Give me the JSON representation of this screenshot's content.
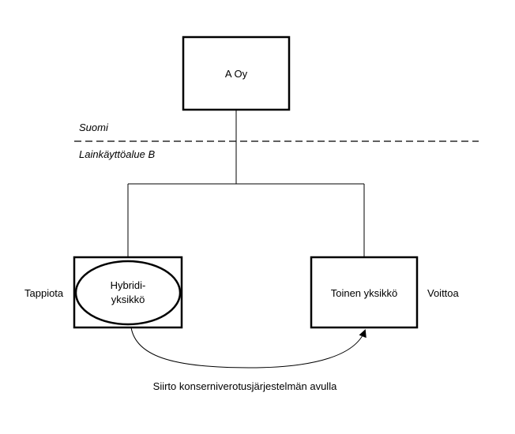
{
  "nodes": {
    "parent": {
      "label": "A Oy"
    },
    "hybrid": {
      "line1": "Hybridi-",
      "line2": "yksikkö"
    },
    "other": {
      "label": "Toinen yksikkö"
    }
  },
  "regions": {
    "upper": "Suomi",
    "lower": "Lainkäyttöalue B"
  },
  "side_labels": {
    "left": "Tappiota",
    "right": "Voittoa"
  },
  "transfer_label": "Siirto konserniverotusjärjestelmän avulla"
}
